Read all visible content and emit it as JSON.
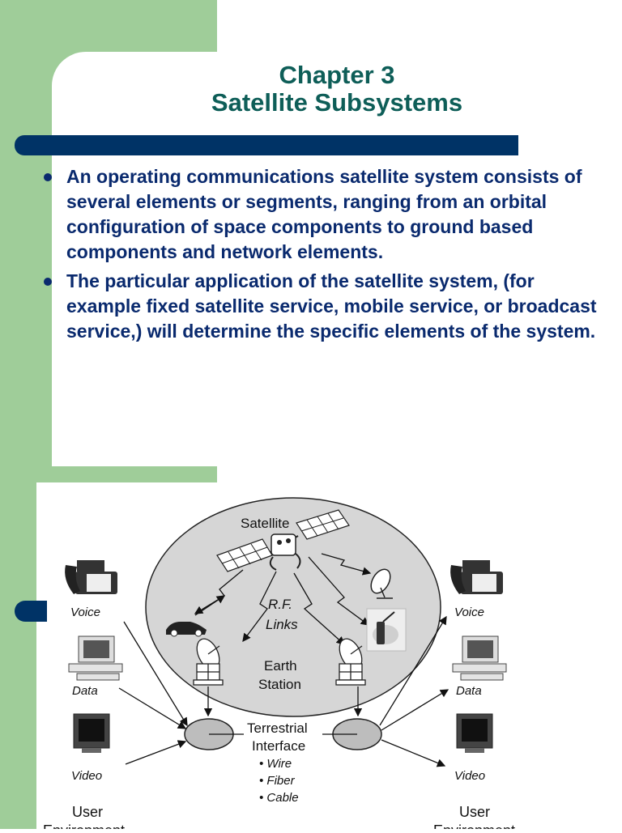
{
  "slide": {
    "title_line1": "Chapter 3",
    "title_line2": "Satellite Subsystems",
    "bullets": [
      "An operating communications satellite system consists of several elements or segments, ranging from an orbital configuration of space components to ground based components and network elements.",
      "The particular application of the satellite system, (for example fixed satellite service, mobile service, or broadcast service,) will determine the specific elements of the system."
    ]
  },
  "diagram": {
    "satellite": "Satellite",
    "rf_line1": "R.F.",
    "rf_line2": "Links",
    "earth_line1": "Earth",
    "earth_line2": "Station",
    "terrestrial_line1": "Terrestrial",
    "terrestrial_line2": "Interface",
    "media": [
      "• Wire",
      "• Fiber",
      "• Cable"
    ],
    "left": {
      "voice": "Voice",
      "data": "Data",
      "video": "Video",
      "user_line1": "User",
      "user_line2": "Environment"
    },
    "right": {
      "voice": "Voice",
      "data": "Data",
      "video": "Video",
      "user_line1": "User",
      "user_line2": "Environment"
    }
  },
  "colors": {
    "green": "#9fcd99",
    "navy_bar": "#003366",
    "title": "#0e5e58",
    "text": "#0a2a6e",
    "ellipse": "#d6d6d6"
  }
}
